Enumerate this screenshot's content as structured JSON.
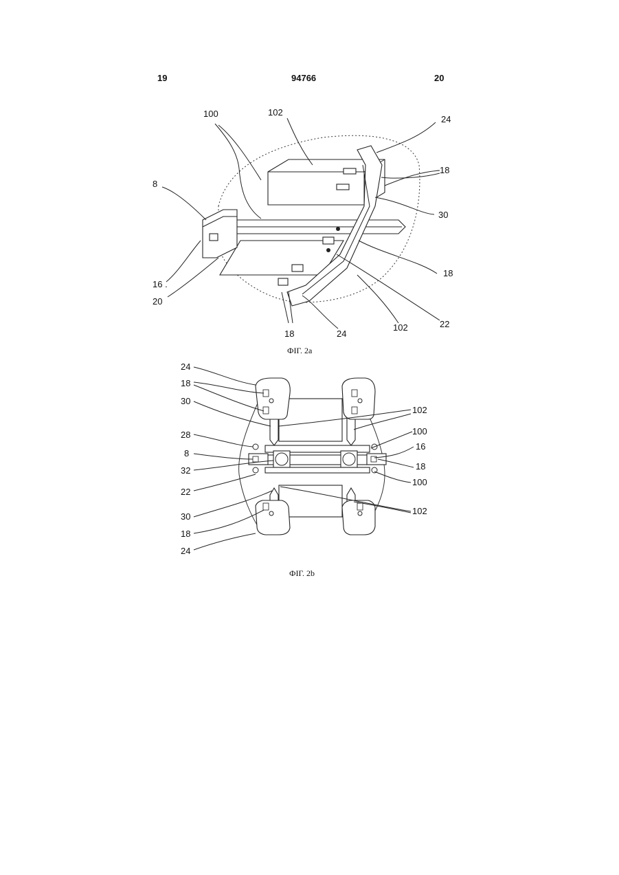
{
  "header": {
    "left_page": "19",
    "patent_number": "94766",
    "right_page": "20"
  },
  "figure_a": {
    "caption": "ФІГ. 2а",
    "labels": {
      "l100": "100",
      "l102a": "102",
      "l24a": "24",
      "l18a": "18",
      "l8": "8",
      "l30": "30",
      "l18b": "18",
      "l16": "16 .",
      "l20": "20",
      "l18c": "18",
      "l24b": "24",
      "l102b": "102",
      "l22": "22"
    }
  },
  "figure_b": {
    "caption": "ФІГ. 2b",
    "labels": {
      "l24a": "24",
      "l18a": "18",
      "l30a": "30",
      "l28": "28",
      "l8": "8",
      "l32": "32",
      "l22": "22",
      "l30b": "30",
      "l18b": "18",
      "l24b": "24",
      "l102a": "102",
      "l100a": "100",
      "l16": "16",
      "l18c": "18",
      "l100b": "100",
      "l102b": "102"
    }
  }
}
